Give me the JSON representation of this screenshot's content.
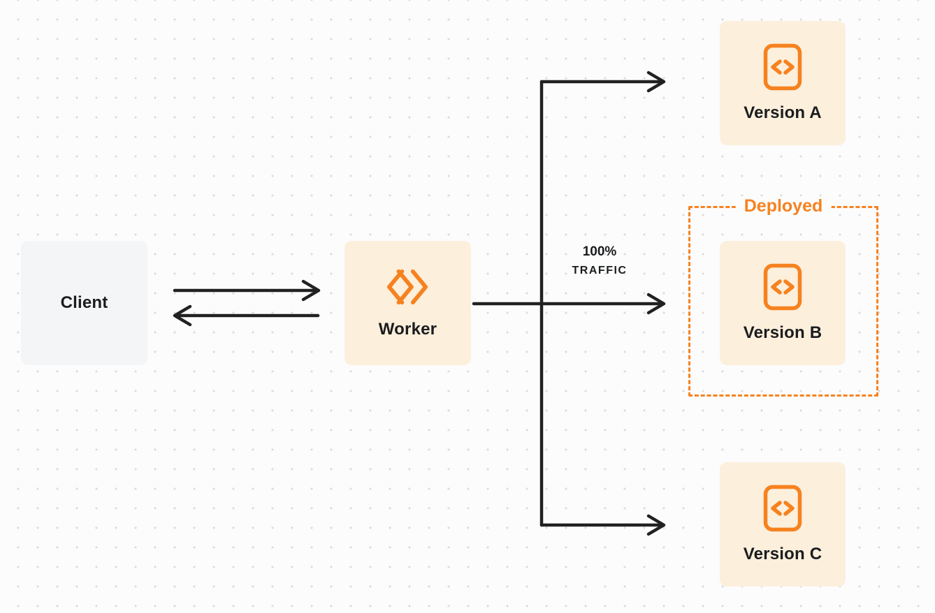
{
  "diagram": {
    "title_hint": "Worker traffic routing between deployed versions",
    "client": {
      "label": "Client"
    },
    "worker": {
      "label": "Worker"
    },
    "traffic": {
      "line1": "100%",
      "line2": "TRAFFIC"
    },
    "deployed_label": "Deployed",
    "versions": [
      {
        "label": "Version A"
      },
      {
        "label": "Version B"
      },
      {
        "label": "Version C"
      }
    ],
    "icons": {
      "worker_icon": "workers-chevrons-icon",
      "version_icon": "code-brackets-icon"
    },
    "colors": {
      "accent_orange": "#f6821f",
      "node_cream": "#fcefdc",
      "client_gray": "#f4f5f6",
      "arrow_dark": "#212121",
      "background": "#fcfcfc"
    }
  }
}
